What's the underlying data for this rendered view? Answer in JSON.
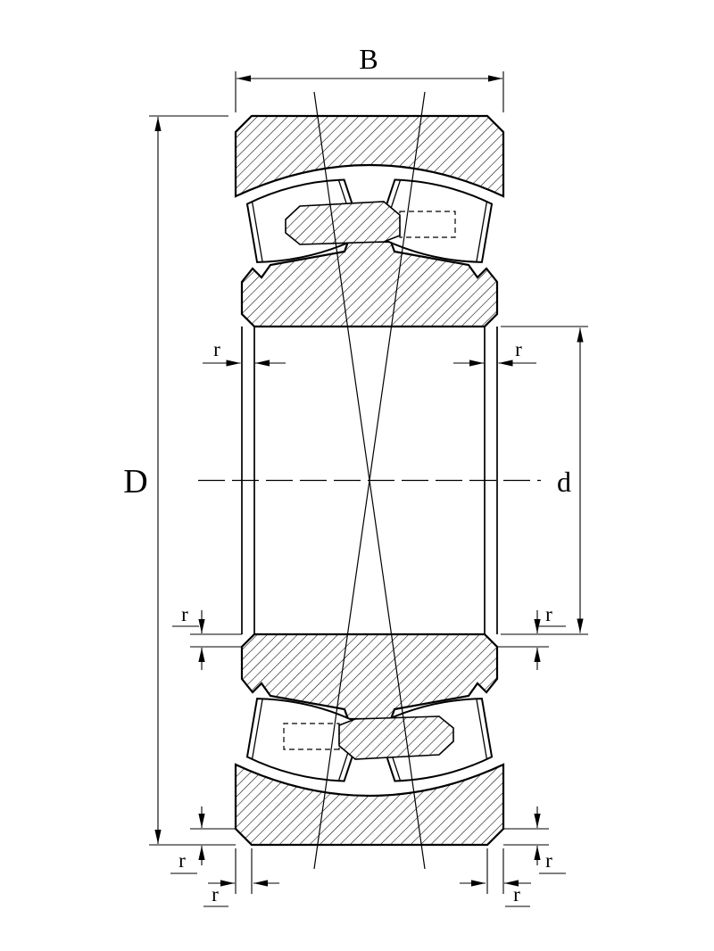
{
  "page": {
    "background": "#ffffff",
    "ink": "#000000"
  },
  "drawing": {
    "type": "spherical-roller-bearing-cross-section",
    "labels": {
      "width": "B",
      "outer_diameter": "D",
      "bore_diameter": "d",
      "fillet_radius": "r"
    }
  }
}
